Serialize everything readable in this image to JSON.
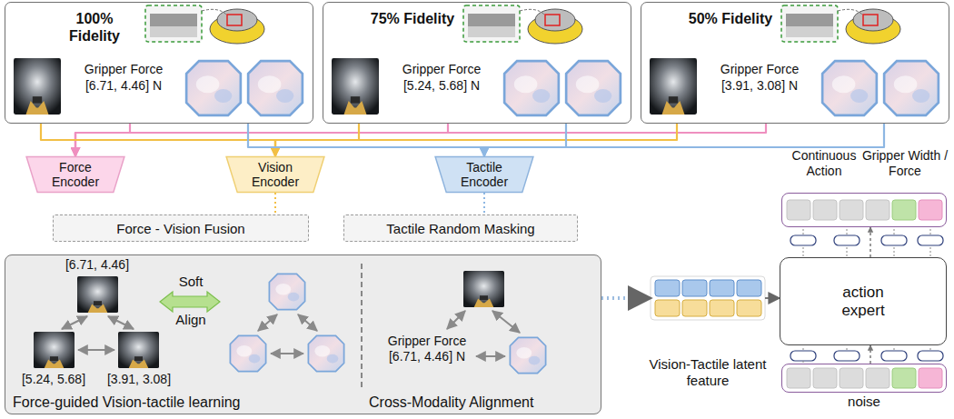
{
  "diagram": {
    "nodes": [
      {
        "text": [
          "100% Fidelity",
          "Gripper Force [6.71, 4.46] N"
        ]
      },
      {
        "text": [
          "75% Fidelity",
          "Gripper Force [5.24, 5.68] N"
        ]
      },
      {
        "text": [
          "50% Fidelity",
          "Gripper Force [3.91, 3.08] N"
        ]
      },
      {
        "text": [
          "Force Encoder"
        ]
      },
      {
        "text": [
          "Vision Encoder"
        ]
      },
      {
        "text": [
          "Tactile Encoder"
        ]
      },
      {
        "text": [
          "Force - Vision Fusion"
        ]
      },
      {
        "text": [
          "Tactile Random Masking"
        ]
      },
      {
        "text": [
          "Force-guided Vision-tactile learning",
          "Cross-Modality Alignment"
        ]
      },
      {
        "text": [
          "Vision-Tactile latent feature"
        ]
      },
      {
        "text": [
          "action expert"
        ]
      },
      {
        "text": [
          "Continuous Action",
          "Gripper Width / Force"
        ]
      },
      {
        "text": [
          "noise"
        ]
      }
    ],
    "edges": [
      {
        "from": 0,
        "to": 3,
        "arrow": "to"
      },
      {
        "from": 1,
        "to": 3,
        "arrow": "to"
      },
      {
        "from": 2,
        "to": 3,
        "arrow": "to"
      },
      {
        "from": 0,
        "to": 4,
        "arrow": "to"
      },
      {
        "from": 1,
        "to": 4,
        "arrow": "to"
      },
      {
        "from": 2,
        "to": 4,
        "arrow": "to"
      },
      {
        "from": 0,
        "to": 5,
        "arrow": "to"
      },
      {
        "from": 1,
        "to": 5,
        "arrow": "to"
      },
      {
        "from": 2,
        "to": 5,
        "arrow": "to"
      },
      {
        "from": 4,
        "to": 6,
        "arrow": "none"
      },
      {
        "from": 5,
        "to": 7,
        "arrow": "none"
      },
      {
        "from": 8,
        "to": 9,
        "arrow": "to"
      },
      {
        "from": 9,
        "to": 10,
        "arrow": "to"
      },
      {
        "from": 12,
        "to": 10,
        "arrow": "to"
      },
      {
        "from": 10,
        "to": 11,
        "arrow": "to"
      }
    ],
    "labels": [
      "[6.71, 4.46]",
      "[5.24, 5.68]",
      "[3.91, 3.08]",
      "Soft",
      "Align",
      "Gripper Force [6.71, 4.46] N"
    ]
  }
}
